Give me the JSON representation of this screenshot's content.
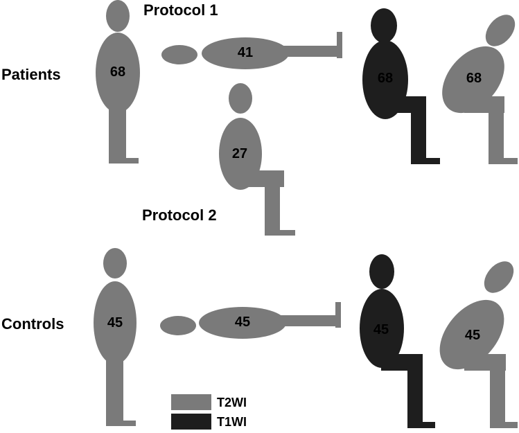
{
  "labels": {
    "protocol1": "Protocol 1",
    "protocol2": "Protocol 2",
    "patients": "Patients",
    "controls": "Controls"
  },
  "figures": {
    "patients_standing": "68",
    "patients_supine": "41",
    "patients_sitting_protocol2": "27",
    "patients_sitting_t1": "68",
    "patients_flexed": "68",
    "controls_standing": "45",
    "controls_supine": "45",
    "controls_sitting_t1": "45",
    "controls_flexed": "45"
  },
  "legend": {
    "t2wi": "T2WI",
    "t1wi": "T1WI"
  },
  "colors": {
    "t2wi": "#7a7a7a",
    "t1wi": "#1e1e1e"
  }
}
